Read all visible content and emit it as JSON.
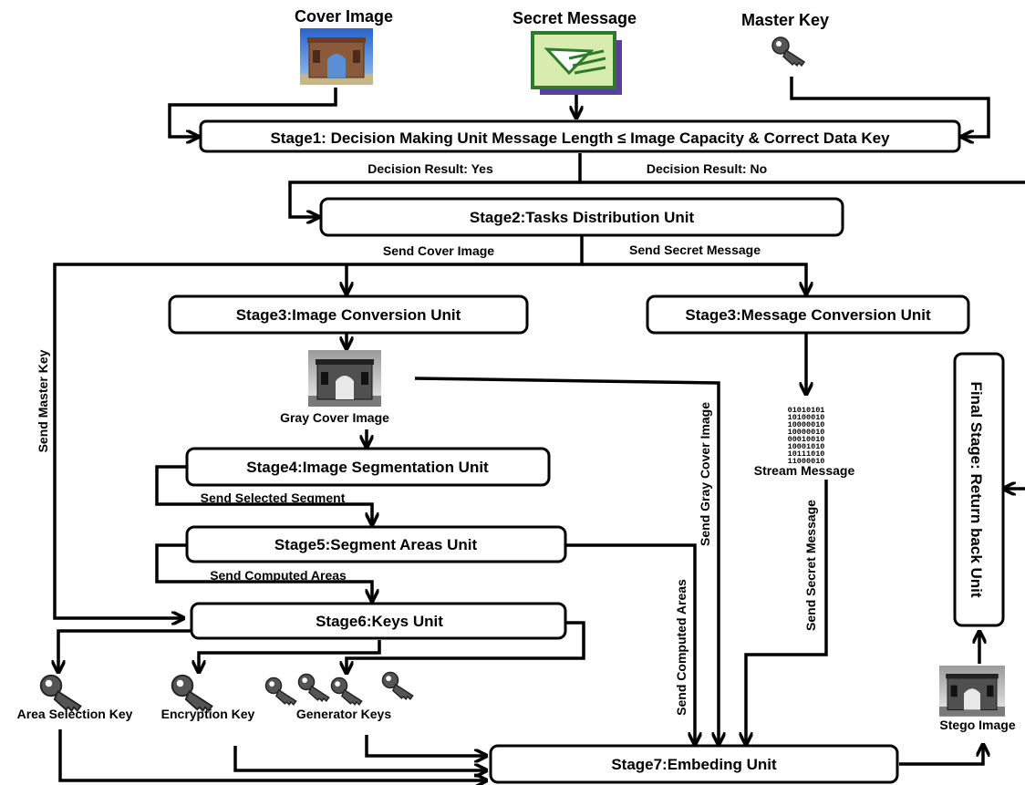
{
  "inputs": {
    "cover_image": "Cover Image",
    "secret_message": "Secret Message",
    "master_key": "Master Key"
  },
  "stages": {
    "stage1": "Stage1: Decision Making Unit Message Length ≤ Image Capacity  & Correct Data Key",
    "stage2": "Stage2:Tasks Distribution Unit",
    "stage3_image": "Stage3:Image Conversion Unit",
    "stage3_message": "Stage3:Message Conversion Unit",
    "stage4": "Stage4:Image Segmentation Unit",
    "stage5": "Stage5:Segment Areas Unit",
    "stage6": "Stage6:Keys Unit",
    "stage7": "Stage7:Embeding Unit",
    "final": "Final Stage: Return back Unit"
  },
  "labels": {
    "decision_yes": "Decision Result: Yes",
    "decision_no": "Decision Result: No",
    "send_cover_image": "Send Cover Image",
    "send_secret_message": "Send Secret Message",
    "send_master_key": "Send Master Key",
    "gray_cover_image": "Gray Cover Image",
    "stream_message": "Stream Message",
    "send_gray_cover_image": "Send Gray Cover Image",
    "send_selected_segment": "Send Selected Segment",
    "send_computed_areas": "Send Computed Areas",
    "send_computed_areas_vertical": "Send Computed Areas",
    "send_secret_message_vertical": "Send Secret Message",
    "area_selection_key": "Area Selection  Key",
    "encryption_key": "Encryption Key",
    "generator_keys": "Generator Keys",
    "stego_image": "Stego Image"
  },
  "bitstream": [
    "01010101",
    "10100010",
    "10000010",
    "10000010",
    "00010010",
    "10001010",
    "10111010",
    "11000010"
  ],
  "icons": {
    "cover_image": "cover-image-photo-icon",
    "secret_message": "envelope-card-icon",
    "key": "key-icon",
    "gray_image": "gray-image-photo-icon",
    "stego_image": "stego-image-photo-icon"
  }
}
